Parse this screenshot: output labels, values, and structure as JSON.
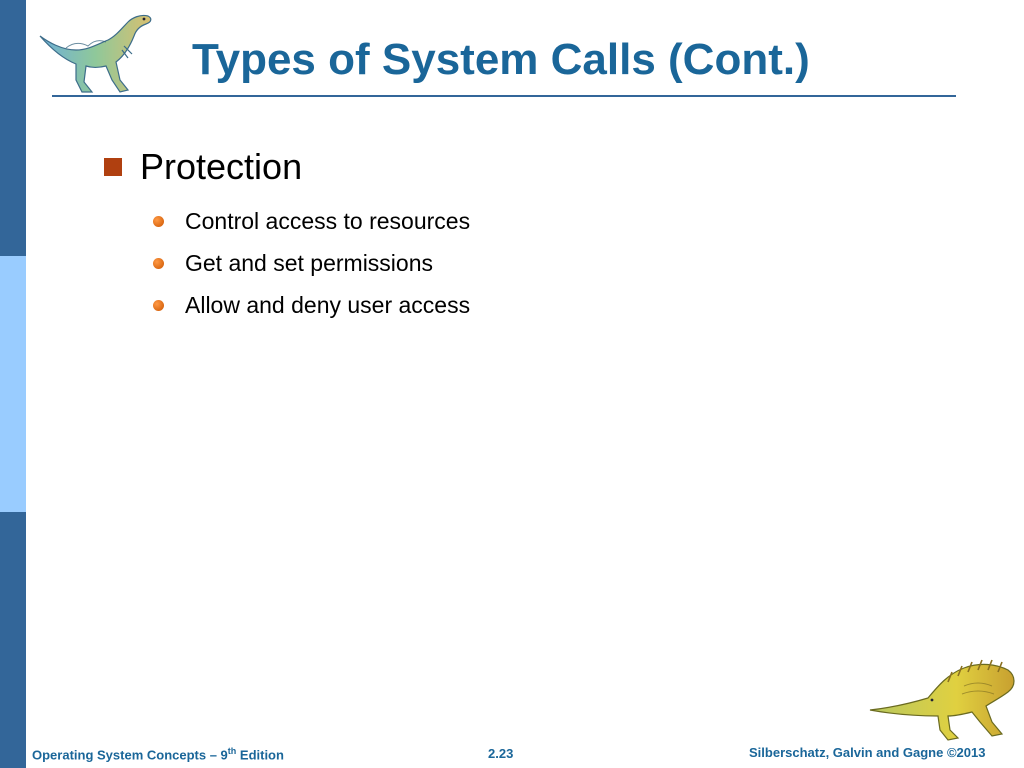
{
  "slide": {
    "title": "Types of System Calls (Cont.)",
    "main_bullet": "Protection",
    "sub_bullets": [
      "Control access to resources",
      "Get and set permissions",
      "Allow and deny user access"
    ]
  },
  "footer": {
    "book_prefix": "Operating System Concepts – 9",
    "book_sup": "th",
    "book_suffix": " Edition",
    "page_number": "2.23",
    "copyright": "Silberschatz, Galvin and Gagne ©2013"
  },
  "icons": {
    "top_left": "dinosaur-icon",
    "bottom_right": "dinosaur-icon"
  },
  "colors": {
    "title": "#1a6699",
    "sidebar_dark": "#336699",
    "sidebar_light": "#99ccff",
    "main_bullet": "#b04010",
    "sub_bullet": "#cc5500"
  }
}
